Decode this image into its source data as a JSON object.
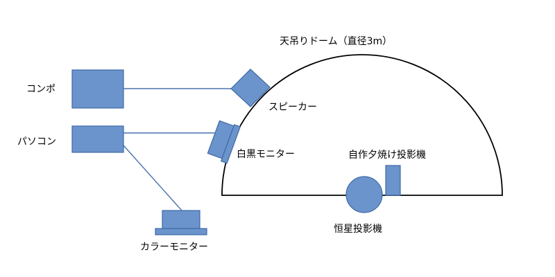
{
  "labels": {
    "dome": "天吊りドーム（直径3m）",
    "compo": "コンポ",
    "pc": "パソコン",
    "speaker": "スピーカー",
    "bw_monitor": "白黒モニター",
    "color_monitor": "カラーモニター",
    "sunset_projector": "自作夕焼け投影機",
    "star_projector": "恒星投影機"
  },
  "colors": {
    "fill": "#6b93cc",
    "stroke": "#3f6aa6",
    "line": "#4a72b0",
    "dome_line": "#000000"
  }
}
